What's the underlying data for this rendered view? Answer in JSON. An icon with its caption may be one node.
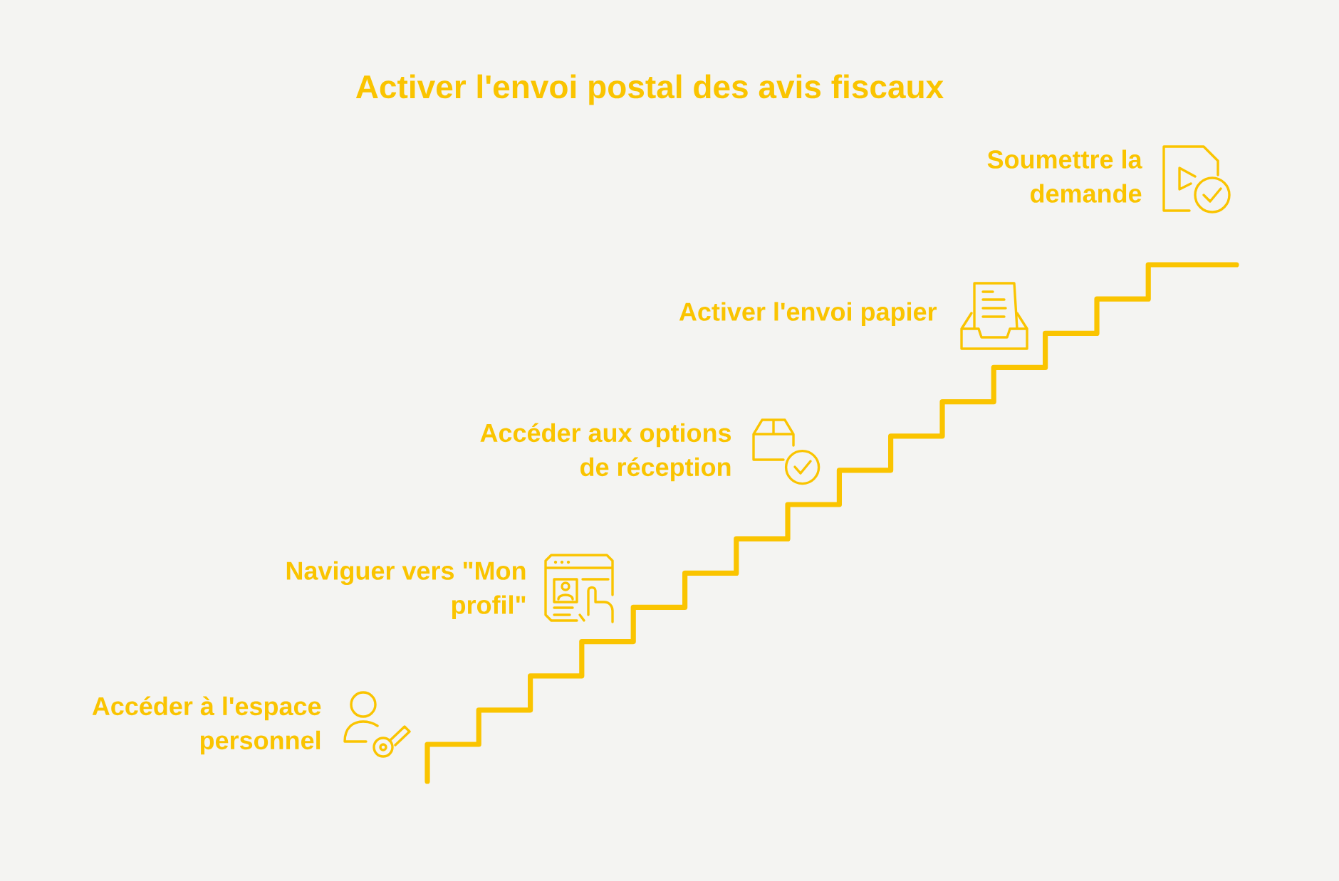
{
  "diagram": {
    "title": "Activer l'envoi postal des avis fiscaux",
    "labels": [
      "Accéder à l'espace personnel",
      "Naviguer vers \"Mon profil\"",
      "Accéder aux options de réception",
      "Activer l'envoi papier",
      "Soumettre la demande"
    ]
  }
}
